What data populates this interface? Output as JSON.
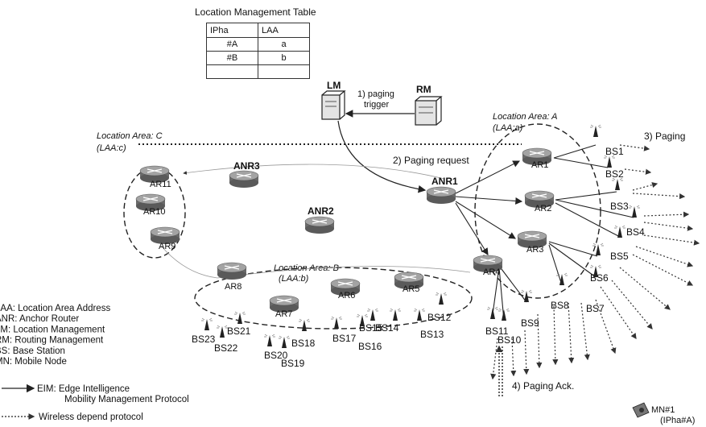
{
  "table": {
    "title": "Location Management Table",
    "headers": [
      "IPha",
      "LAA"
    ],
    "rows": [
      [
        "#A",
        "a"
      ],
      [
        "#B",
        "b"
      ],
      [
        "",
        ""
      ]
    ]
  },
  "nodes": {
    "lm": "LM",
    "rm": "RM",
    "anr1": "ANR1",
    "anr2": "ANR2",
    "anr3": "ANR3",
    "routers": [
      "AR1",
      "AR2",
      "AR3",
      "AR4",
      "AR5",
      "AR6",
      "AR7",
      "AR8",
      "AR9",
      "AR10",
      "AR11"
    ],
    "base_stations": [
      "BS1",
      "BS2",
      "BS3",
      "BS4",
      "BS5",
      "BS6",
      "BS7",
      "BS8",
      "BS9",
      "BS10",
      "BS11",
      "BS12",
      "BS13",
      "BS14",
      "BS15",
      "BS16",
      "BS17",
      "BS18",
      "BS19",
      "BS20",
      "BS21",
      "BS22",
      "BS23"
    ],
    "mn_name": "MN#1",
    "mn_addr": "(IPha#A)"
  },
  "areas": {
    "a_name": "Location Area: A",
    "a_code": "(LAA:a)",
    "b_name": "Location Area: B",
    "b_code": "(LAA:b)",
    "c_name": "Location Area: C",
    "c_code": "(LAA:c)"
  },
  "steps": {
    "s1_line1": "1) paging",
    "s1_line2": "trigger",
    "s2": "2) Paging request",
    "s3": "3) Paging",
    "s4": "4) Paging Ack."
  },
  "legend": {
    "abbr": [
      "LAA: Location Area Address",
      "ANR: Anchor Router",
      "LM: Location Management",
      "RM: Routing Management",
      "BS: Base Station",
      "MN: Mobile Node"
    ],
    "eim_line1": "EIM: Edge Intelligence",
    "eim_line2": "Mobility Management Protocol",
    "wireless": "Wireless depend protocol"
  },
  "colors": {
    "router_top": "#9a9a9a",
    "router_side": "#6a6a6a",
    "line": "#222222"
  }
}
